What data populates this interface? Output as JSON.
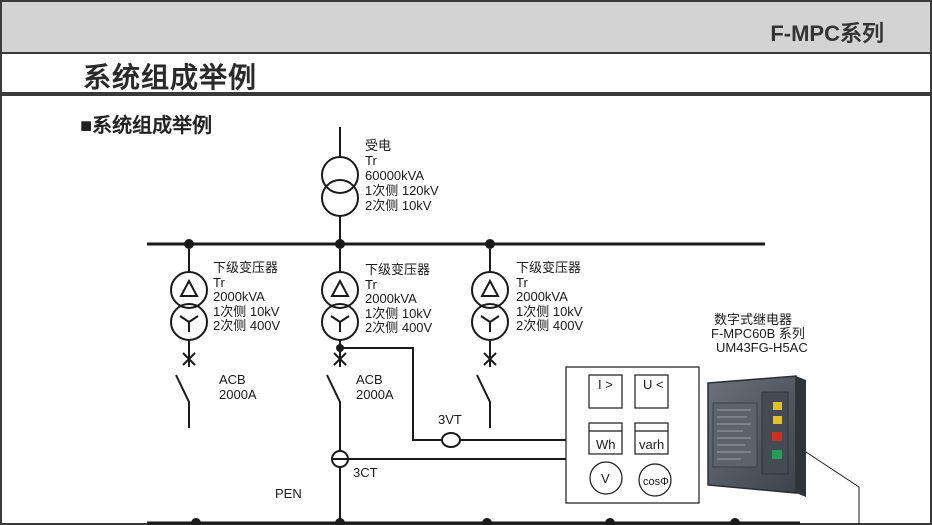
{
  "header": {
    "series": "F-MPC系列"
  },
  "page": {
    "title": "系统组成举例",
    "subtitle": "■系统组成举例"
  },
  "main_transformer": {
    "lines": [
      "受电",
      "Tr",
      "60000kVA",
      "1次侧 120kV",
      "2次侧 10kV"
    ]
  },
  "sub_transformers": [
    {
      "lines": [
        "下级变压器",
        "Tr",
        "2000kVA",
        "1次侧 10kV",
        "2次侧 400V"
      ]
    },
    {
      "lines": [
        "下级变压器",
        "Tr",
        "2000kVA",
        "1次侧 10kV",
        "2次侧 400V"
      ]
    },
    {
      "lines": [
        "下级变压器",
        "Tr",
        "2000kVA",
        "1次侧 10kV",
        "2次侧 400V"
      ]
    }
  ],
  "breakers": [
    {
      "lines": [
        "ACB",
        "2000A"
      ]
    },
    {
      "lines": [
        "ACB",
        "2000A"
      ]
    }
  ],
  "instruments": {
    "vt_label": "3VT",
    "ct_label": "3CT",
    "pen_label": "PEN"
  },
  "relay_panel": {
    "overcurrent": "I >",
    "undervoltage": "U <",
    "energy": "Wh",
    "reactive_energy": "varh",
    "voltmeter": "V",
    "power_factor": "cosΦ"
  },
  "relay_device": {
    "lines": [
      "数字式继电器",
      "F-MPC60B 系列",
      "UM43FG-H5AC"
    ]
  },
  "colors": {
    "header_bg": "#d3d3d3",
    "line": "#1a1a1a",
    "device_body": "#4a5058",
    "led_yellow": "#e8c020",
    "led_red": "#d03020",
    "led_green": "#20a050"
  }
}
